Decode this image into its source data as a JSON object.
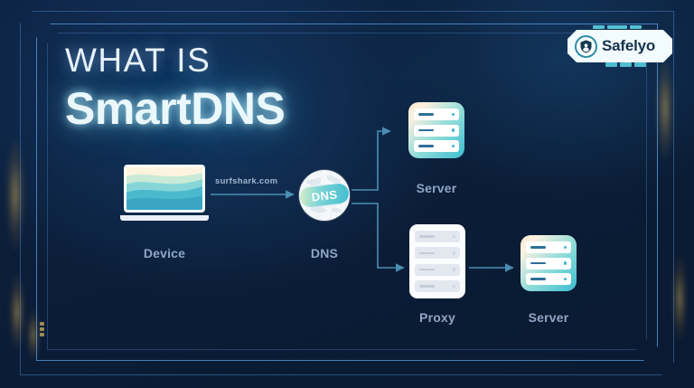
{
  "theme": {
    "background_navy": "#0b1d38",
    "accent_cyan": "#3fbcd0",
    "glow_blue": "#9ad4ff",
    "label_slate": "#8ea5c4",
    "gold_accent": "#e2b65c"
  },
  "title": {
    "line1": "WHAT IS",
    "line2": "SmartDNS"
  },
  "logo": {
    "name": "Safelyo",
    "icon": "shield-lock-icon"
  },
  "diagram": {
    "connection_label": "surfshark.com",
    "nodes": [
      {
        "id": "device",
        "label": "Device",
        "icon": "laptop-icon"
      },
      {
        "id": "dns",
        "label": "DNS",
        "icon": "globe-icon",
        "badge": "DNS"
      },
      {
        "id": "server_top",
        "label": "Server",
        "icon": "server-icon"
      },
      {
        "id": "proxy",
        "label": "Proxy",
        "icon": "proxy-stack-icon"
      },
      {
        "id": "server_bottom",
        "label": "Server",
        "icon": "server-icon"
      }
    ],
    "edges": [
      {
        "from": "device",
        "to": "dns",
        "label": "surfshark.com"
      },
      {
        "from": "dns",
        "to": "server_top",
        "label": ""
      },
      {
        "from": "dns",
        "to": "proxy",
        "label": ""
      },
      {
        "from": "proxy",
        "to": "server_bottom",
        "label": ""
      }
    ]
  }
}
